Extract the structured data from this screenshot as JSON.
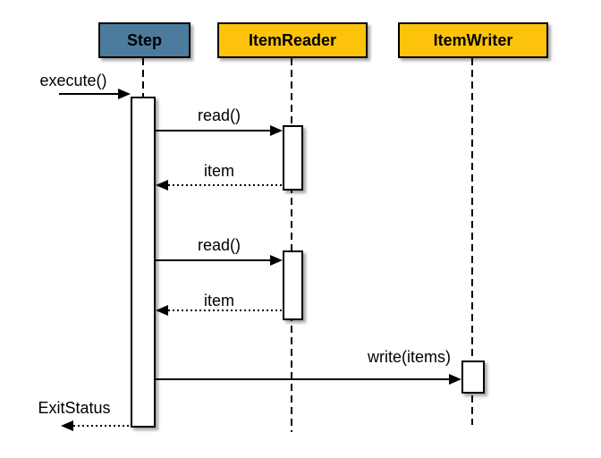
{
  "diagram": {
    "type": "uml-sequence",
    "actors": [
      {
        "id": "step",
        "label": "Step",
        "fill": "#4D7B9E"
      },
      {
        "id": "item-reader",
        "label": "ItemReader",
        "fill": "#FDC30A"
      },
      {
        "id": "item-writer",
        "label": "ItemWriter",
        "fill": "#FDC30A"
      }
    ],
    "messages": [
      {
        "label": "execute()",
        "from": "caller",
        "to": "step",
        "style": "solid-arrow"
      },
      {
        "label": "read()",
        "from": "step",
        "to": "item-reader",
        "style": "solid-arrow"
      },
      {
        "label": "item",
        "from": "item-reader",
        "to": "step",
        "style": "dotted-return"
      },
      {
        "label": "read()",
        "from": "step",
        "to": "item-reader",
        "style": "solid-arrow"
      },
      {
        "label": "item",
        "from": "item-reader",
        "to": "step",
        "style": "dotted-return"
      },
      {
        "label": "write(items)",
        "from": "step",
        "to": "item-writer",
        "style": "solid-arrow"
      },
      {
        "label": "ExitStatus",
        "from": "step",
        "to": "caller",
        "style": "dotted-return"
      }
    ],
    "colors": {
      "background": "#FFFFFF",
      "line": "#000000",
      "step_header_fill": "#4D7B9E",
      "reader_writer_header_fill": "#FDC30A",
      "activation_fill": "#FFFFFF"
    }
  }
}
